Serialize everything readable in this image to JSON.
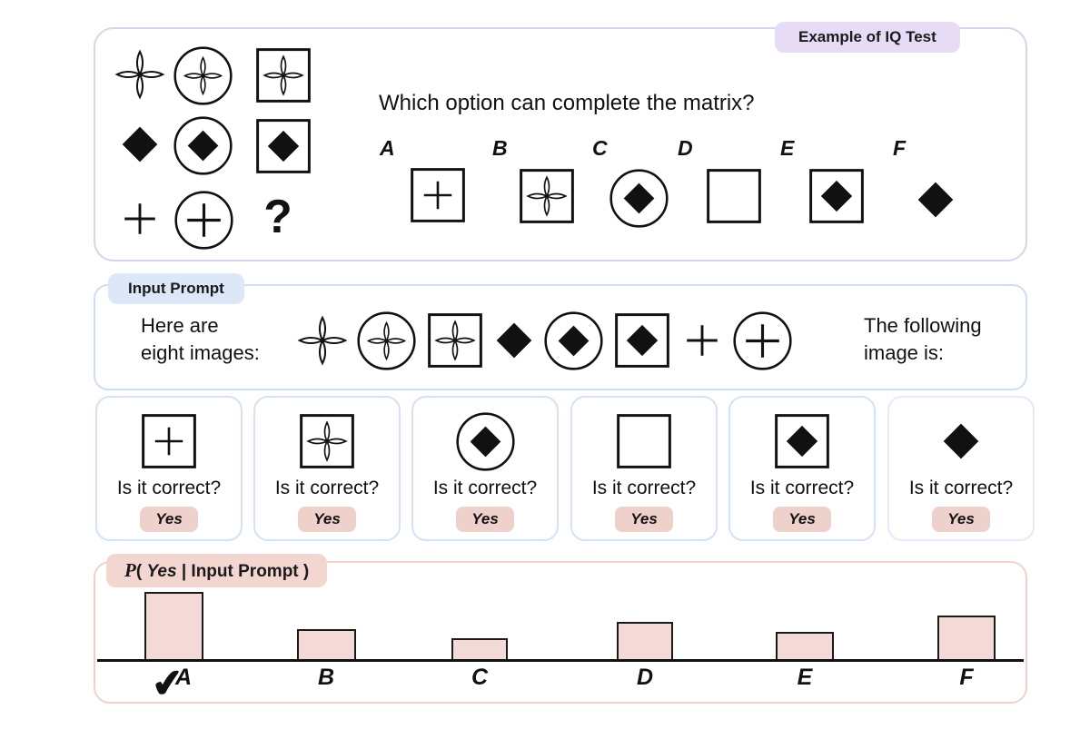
{
  "iq_panel": {
    "badge": "Example of IQ Test",
    "question": "Which option can complete the matrix?",
    "matrix": [
      [
        "flower",
        "circle-flower",
        "square-flower"
      ],
      [
        "diamond",
        "circle-diamond",
        "square-diamond"
      ],
      [
        "plus",
        "circle-plus",
        "question"
      ]
    ],
    "options": [
      {
        "label": "A",
        "shape": "square-plus"
      },
      {
        "label": "B",
        "shape": "square-flower"
      },
      {
        "label": "C",
        "shape": "circle-diamond"
      },
      {
        "label": "D",
        "shape": "square-empty"
      },
      {
        "label": "E",
        "shape": "square-diamond"
      },
      {
        "label": "F",
        "shape": "diamond"
      }
    ]
  },
  "input_prompt": {
    "badge": "Input Prompt",
    "intro_line1": "Here are",
    "intro_line2": "eight images:",
    "images": [
      "flower",
      "circle-flower",
      "square-flower",
      "diamond",
      "circle-diamond",
      "square-diamond",
      "plus",
      "circle-plus"
    ],
    "outro_line1": "The following",
    "outro_line2": "image is:"
  },
  "candidates": [
    {
      "shape": "square-plus",
      "question": "Is it correct?",
      "answer": "Yes"
    },
    {
      "shape": "square-flower",
      "question": "Is it correct?",
      "answer": "Yes"
    },
    {
      "shape": "circle-diamond",
      "question": "Is it correct?",
      "answer": "Yes"
    },
    {
      "shape": "square-empty",
      "question": "Is it correct?",
      "answer": "Yes"
    },
    {
      "shape": "square-diamond",
      "question": "Is it correct?",
      "answer": "Yes"
    },
    {
      "shape": "diamond",
      "question": "Is it correct?",
      "answer": "Yes"
    }
  ],
  "prob_panel": {
    "label_p": "P",
    "label_open": "( ",
    "label_yes": "Yes",
    "label_mid": " | ",
    "label_end": "Input Prompt )",
    "checkmark": "✔"
  },
  "chart_data": {
    "type": "bar",
    "title": "P( Yes | Input Prompt )",
    "categories": [
      "A",
      "B",
      "C",
      "D",
      "E",
      "F"
    ],
    "values": [
      0.52,
      0.23,
      0.16,
      0.29,
      0.21,
      0.34
    ],
    "ylim": [
      0,
      0.6
    ],
    "grid": false,
    "annotations": {
      "selected_answer": "A",
      "marker": "checkmark"
    },
    "bar_color": "#f4dad6",
    "bar_border": "#1a1a1a"
  },
  "colors": {
    "iq_border": "#ddd1ec",
    "iq_badge_bg": "#e6dcf5",
    "prompt_border": "#cfddf5",
    "prompt_badge_bg": "#dce7f8",
    "card_border": "#d5e1f6",
    "yes_badge_bg": "#eed1cb",
    "prob_border": "#f2d1cb",
    "prob_badge_bg": "#f3d6d0",
    "text": "#111111"
  }
}
